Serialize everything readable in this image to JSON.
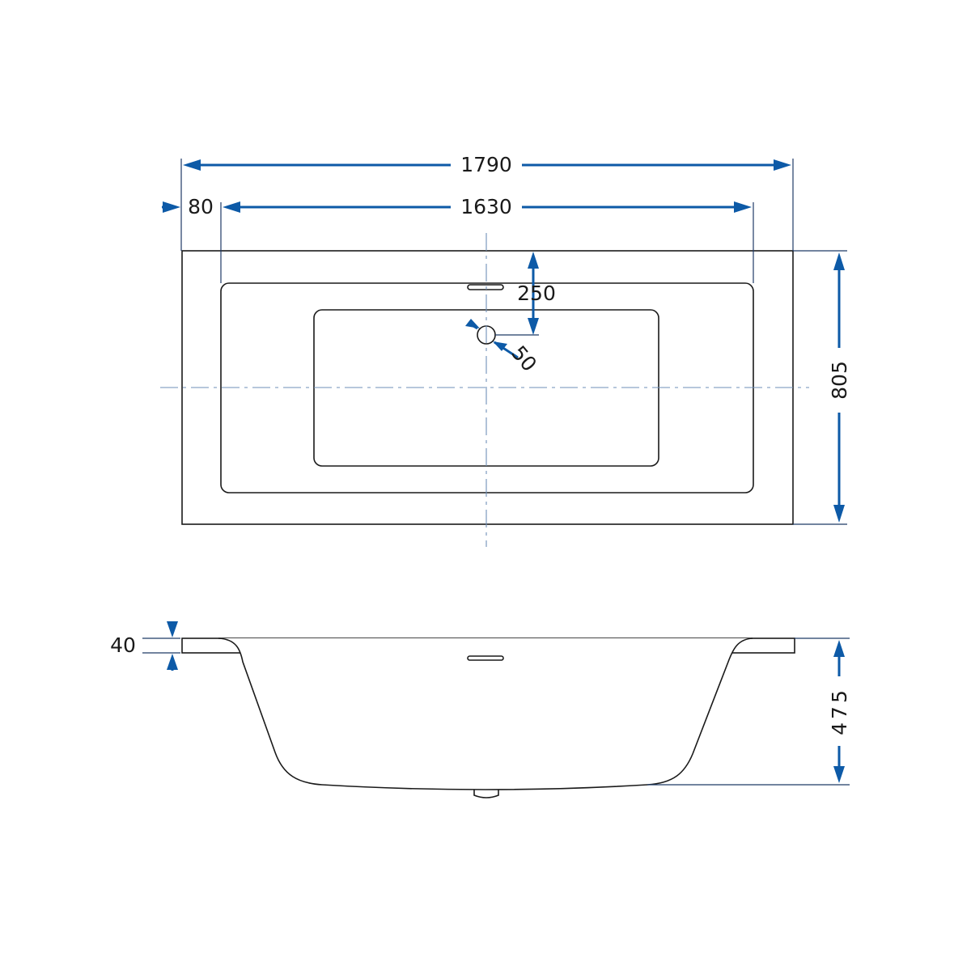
{
  "colors": {
    "dimension": "#0d5aa7",
    "outline": "#1a1a1a",
    "centerline": "#6f8fb8",
    "background": "#ffffff"
  },
  "plan_view": {
    "overall_length": "1790",
    "inner_length": "1630",
    "rim_width": "80",
    "overall_width": "805",
    "waste_offset": "250",
    "waste_diameter": "50"
  },
  "side_view": {
    "rim_thickness": "40",
    "depth": "475"
  }
}
